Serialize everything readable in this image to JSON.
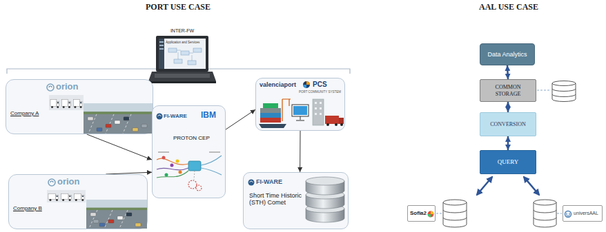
{
  "diagram": {
    "nodes": [
      {
        "text": [
          "orion",
          "Company A"
        ]
      },
      {
        "text": [
          "orion",
          "Company B"
        ]
      },
      {
        "text": [
          "FI-WARE",
          "IBM",
          "PROTON CEP"
        ]
      },
      {
        "text": [
          "valenciaport",
          "PCS",
          "PORT COMMUNITY SYSTEM"
        ]
      },
      {
        "text": [
          "FI-WARE",
          "Short Time Historic (STH) Comet"
        ]
      },
      {
        "text": [
          "Data Analytics"
        ]
      },
      {
        "text": [
          "COMMON STORAGE"
        ]
      },
      {
        "text": [
          "CONVERSION"
        ]
      },
      {
        "text": [
          "QUERY"
        ]
      },
      {
        "text": [
          "Sofia2"
        ]
      },
      {
        "text": [
          "universAAL"
        ]
      }
    ],
    "edges": [
      {
        "from": 0,
        "to": 2,
        "arrow": "to"
      },
      {
        "from": 1,
        "to": 2,
        "arrow": "to"
      },
      {
        "from": 2,
        "to": 3,
        "arrow": "to"
      },
      {
        "from": 3,
        "to": 4,
        "arrow": "to"
      },
      {
        "from": 5,
        "to": 6,
        "arrow": "both"
      },
      {
        "from": 6,
        "to": 7,
        "arrow": "both"
      },
      {
        "from": 7,
        "to": 8,
        "arrow": "both"
      }
    ],
    "labels": [
      "PORT USE CASE",
      "AAL USE CASE",
      "INTER-FW",
      "Application and Services"
    ]
  }
}
